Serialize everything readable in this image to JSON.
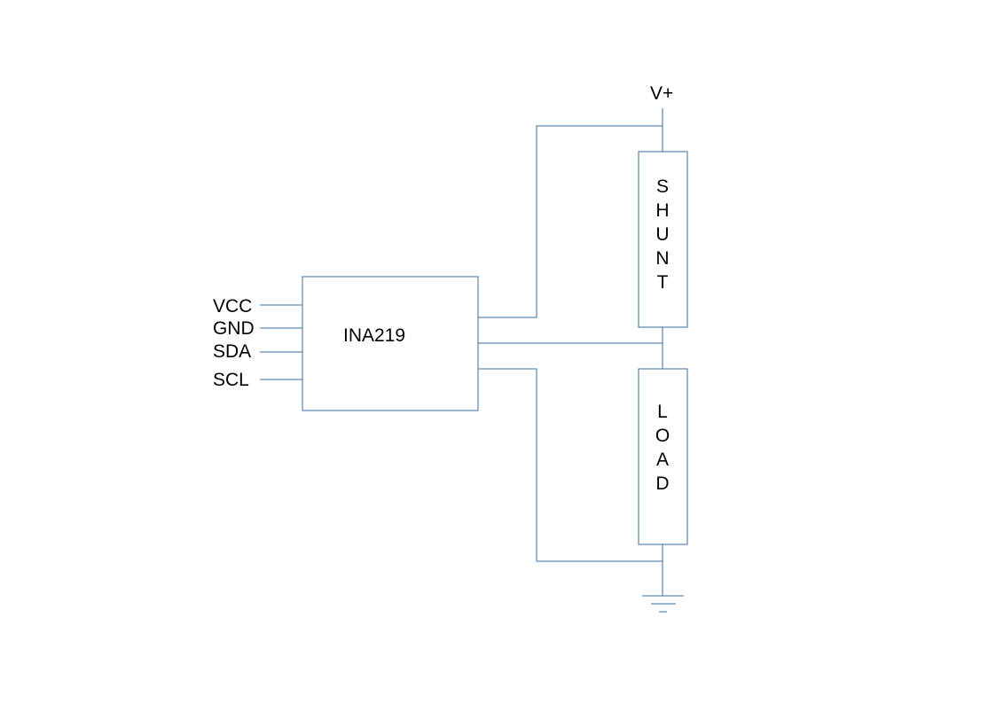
{
  "supply": {
    "label": "V+"
  },
  "chip": {
    "label": "INA219",
    "pins": [
      {
        "label": "VCC"
      },
      {
        "label": "GND"
      },
      {
        "label": "SDA"
      },
      {
        "label": "SCL"
      }
    ]
  },
  "shunt": {
    "label": "SHUNT"
  },
  "load": {
    "label": "LOAD"
  },
  "colors": {
    "wire": "#3a6ea5",
    "text": "#000000"
  }
}
